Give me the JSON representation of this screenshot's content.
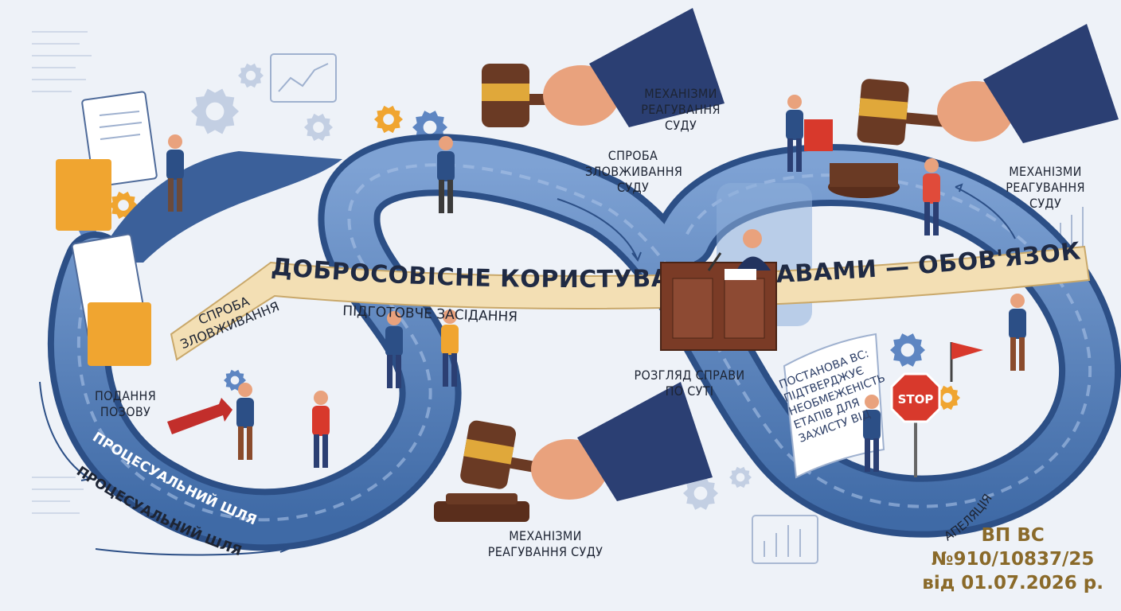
{
  "banner": {
    "title": "ДОБРОСОВІСНЕ КОРИСТУВАННЯ ПРАВАМИ — ОБОВ'ЯЗОК НА БУДЬ-ЯКОМУ ЕТАПІ"
  },
  "labels": {
    "podannia": [
      "ПОДАННЯ",
      "ПОЗОВУ"
    ],
    "sproba_left": [
      "СПРОБА",
      "ЗЛОВЖИВАННЯ"
    ],
    "pidhotovche": "ПІДГОТОВЧЕ ЗАСІДАННЯ",
    "mekhanizmy_top": [
      "МЕХАНІЗМИ",
      "РЕАГУВАННЯ",
      "СУДУ"
    ],
    "sproba_top": [
      "СПРОБА",
      "ЗЛОВЖИВАННЯ",
      "СУДУ"
    ],
    "mekhanizmy_right": [
      "МЕХАНІЗМИ",
      "РЕАГУВАННЯ",
      "СУДУ"
    ],
    "rozghliad": [
      "РОЗГЛЯД СПРАВИ",
      "ПО СУТІ"
    ],
    "mekhanizmy_bottom": [
      "МЕХАНІЗМИ",
      "РЕАГУВАННЯ СУДУ"
    ],
    "postanova": [
      "ПОСТАНОВА ВС:",
      "ПІДТВЕРДЖУЄ",
      "НЕОБМЕЖЕНІСТЬ",
      "ЕТАПІВ ДЛЯ",
      "ЗАХИСТУ ВІД"
    ],
    "apeliatsiia": "АПЕЛЯЦІЯ",
    "stop": "STOP"
  },
  "path_labels": {
    "track_inner": "ПРОЦЕСУАЛЬНИЙ ШЛЯХ",
    "track_outer": "ПРОЦЕСУАЛЬНИЙ ШЛЯХ"
  },
  "case_ref": {
    "line1": "ВП ВС",
    "line2": "№910/10837/25",
    "line3": "від 01.07.2026 р."
  },
  "colors": {
    "background": "#eef2f8",
    "track_blue": "#4f7cb8",
    "track_dark": "#2c4f86",
    "banner_fill": "#f3dfb4",
    "gavel_wood": "#6a3a24",
    "gavel_gold": "#e0a83a",
    "sleeve_navy": "#2b3f73",
    "skin": "#e9a27d",
    "flag_red": "#d8392c",
    "gear_orange": "#f0a530",
    "gear_blue": "#5e86c2",
    "case_text": "#8a6a2a"
  }
}
